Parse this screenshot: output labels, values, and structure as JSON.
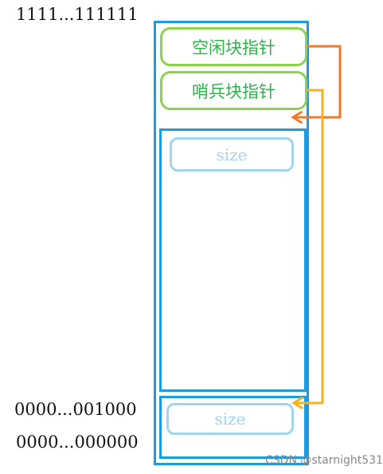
{
  "addresses": {
    "top": "1111...111111",
    "sentinel": "0000...001000",
    "bottom": "0000...000000"
  },
  "pointers": {
    "free_block": "空闲块指针",
    "sentinel_block": "哨兵块指针"
  },
  "blocks": {
    "main_size": "size",
    "sentinel_size": "size"
  },
  "watermark": "CSDN @starnight531",
  "colors": {
    "frame": "#1e9be0",
    "pointer_border": "#8fd14f",
    "pointer_text": "#2db34a",
    "size_label": "#9fd6ee",
    "free_arrow": "#ef7a2a",
    "sentinel_arrow": "#f5b21c"
  }
}
